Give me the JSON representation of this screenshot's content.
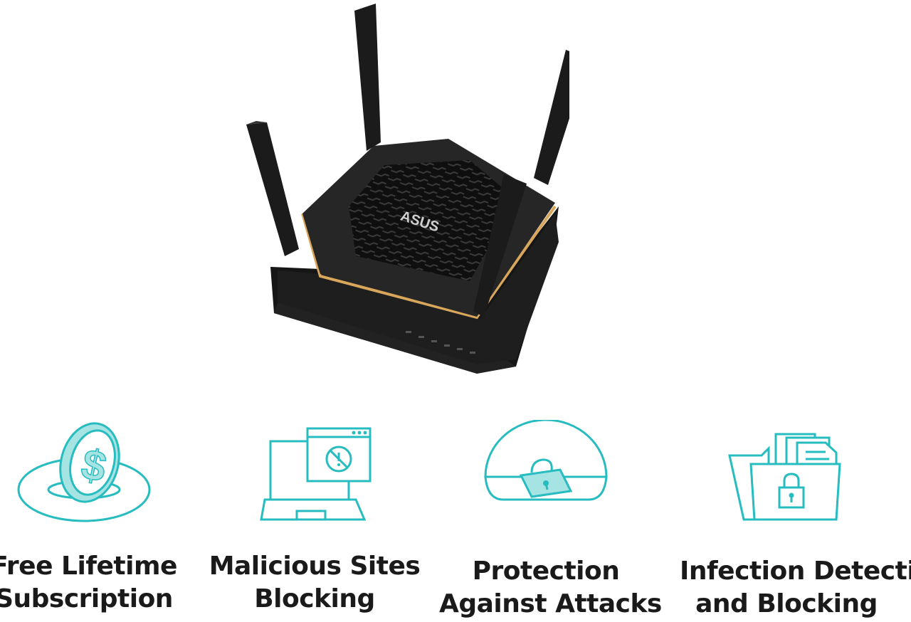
{
  "product": {
    "brand_logo": "ASUS"
  },
  "colors": {
    "accent": "#27bcbf",
    "accent_fill": "#a6e3e3",
    "router_body": "#1c1c1c",
    "router_trim": "#d9a75b",
    "text": "#1a1a1a"
  },
  "features": [
    {
      "icon": "coin-dollar-icon",
      "line1": "Free Lifetime",
      "line2": "Subscription"
    },
    {
      "icon": "laptop-blocked-site-icon",
      "line1": "Malicious Sites",
      "line2": "Blocking"
    },
    {
      "icon": "dome-shield-lock-icon",
      "line1": "Protection",
      "line2": "Against Attacks"
    },
    {
      "icon": "folder-lock-icon",
      "line1": "Infection Detection",
      "line2": "and Blocking"
    }
  ]
}
